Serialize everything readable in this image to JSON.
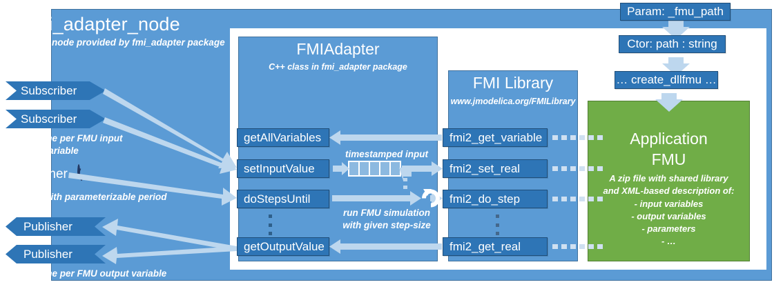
{
  "node": {
    "title": "fmi_adapter_node",
    "subtitle": "ROS node provided by fmi_adapter package",
    "subscribers": [
      {
        "label": "Subscriber"
      },
      {
        "label": "Subscriber"
      }
    ],
    "subscriber_note": "... one per FMU input\n     variable",
    "timer_label": "Timer",
    "timer_note": "... with parameterizable period",
    "publishers": [
      {
        "label": "Publisher"
      },
      {
        "label": "Publisher"
      }
    ],
    "publisher_note": "... one per FMU output variable"
  },
  "adapter": {
    "title": "FMIAdapter",
    "subtitle": "C++ class in fmi_adapter package",
    "methods": [
      {
        "label": "getAllVariables"
      },
      {
        "label": "setInputValue"
      },
      {
        "label": "doStepsUntil"
      },
      {
        "label": "getOutputValue"
      }
    ],
    "ellipsis": "⋮",
    "buffer_caption": "timestamped input values",
    "loop_caption_line1": "run FMU simulation",
    "loop_caption_line2": "with given step-size"
  },
  "fmi_library": {
    "title": "FMI Library",
    "subtitle": "www.jmodelica.org/FMILibrary",
    "functions": [
      {
        "label": "fmi2_get_variable"
      },
      {
        "label": "fmi2_set_real"
      },
      {
        "label": "fmi2_do_step"
      },
      {
        "label": "fmi2_get_real"
      }
    ],
    "ellipsis": "⋮"
  },
  "application_fmu": {
    "title_line1": "Application",
    "title_line2": "FMU",
    "desc_line1": "A zip file with shared library",
    "desc_line2": "and XML-based description of:",
    "bullets": [
      "- input variables",
      "- output variables",
      "- parameters",
      "- …"
    ]
  },
  "param_chain": [
    {
      "label": "Param: _fmu_path"
    },
    {
      "label": "Ctor: path : string"
    },
    {
      "label": "… create_dllfmu …"
    }
  ],
  "colors": {
    "panel_blue": "#5b9bd5",
    "box_blue": "#2e75b6",
    "box_border": "#1f4e79",
    "green": "#70ad47",
    "arrow": "#bdd7ee",
    "white": "#ffffff"
  }
}
